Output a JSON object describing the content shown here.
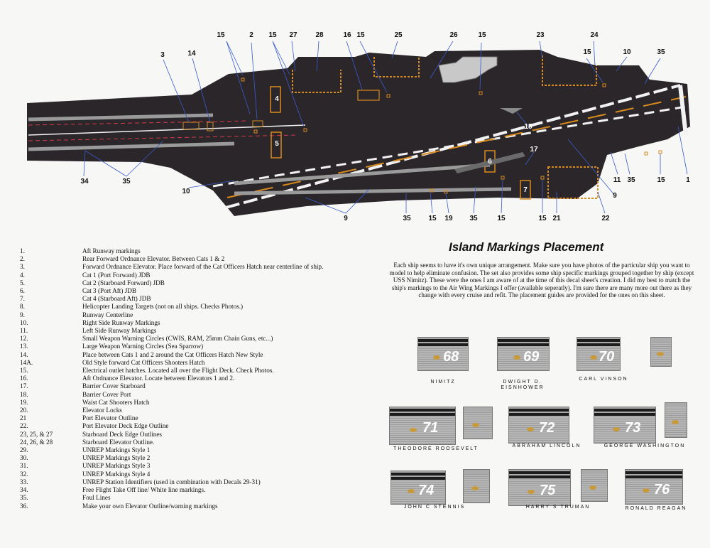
{
  "deck_callouts": {
    "top": [
      "15",
      "2",
      "15",
      "27",
      "28",
      "16",
      "15",
      "25",
      "26",
      "15",
      "23",
      "24",
      "15",
      "10",
      "35"
    ],
    "left": [
      "3",
      "14"
    ],
    "bottom_left": [
      "34",
      "35",
      "10"
    ],
    "interior": [
      "4",
      "5",
      "6",
      "7",
      "17",
      "18"
    ],
    "right": [
      "11",
      "35",
      "15",
      "1",
      "9"
    ],
    "bottom": [
      "9",
      "35",
      "15",
      "19",
      "35",
      "15",
      "15",
      "21",
      "22"
    ]
  },
  "legend": [
    {
      "num": "1.",
      "desc": "Aft Runway markings"
    },
    {
      "num": "2.",
      "desc": "Rear Forward Ordnance Elevator. Between Cats 1 & 2"
    },
    {
      "num": "3.",
      "desc": "Forward Ordnance Elevator. Place  forward of the Cat Officers Hatch near centerline of ship."
    },
    {
      "num": "4.",
      "desc": "Cat 1 (Port Forward) JDB"
    },
    {
      "num": "5.",
      "desc": "Cat 2 (Starboard Forward) JDB"
    },
    {
      "num": "6.",
      "desc": "Cat 3 (Port Aft) JDB"
    },
    {
      "num": "7.",
      "desc": "Cat 4 (Starboard Aft) JDB"
    },
    {
      "num": "8.",
      "desc": "Helicopter Landing Targets (not on all ships. Checks Photos.)"
    },
    {
      "num": "9.",
      "desc": "Runway Centerline"
    },
    {
      "num": "10.",
      "desc": "Right Side Runway Markings"
    },
    {
      "num": "11.",
      "desc": "Left Side Runway Markings"
    },
    {
      "num": "12.",
      "desc": "Small Weapon Warning Circles (CWIS, RAM, 25mm Chain Guns, etc...)"
    },
    {
      "num": "13.",
      "desc": "Large Weapon Warning Circles (Sea Sparrow)"
    },
    {
      "num": "14.",
      "desc": "Place between Cats 1 and 2 around the Cat Officers Hatch New Style"
    },
    {
      "num": "14A.",
      "desc": "Old Style forward Cat Officers Shooters Hatch"
    },
    {
      "num": "15.",
      "desc": "Electrical outlet hatches. Located all over the Flight Deck. Check Photos."
    },
    {
      "num": "16.",
      "desc": "Aft Ordnance Elevator. Locate between Elevators 1 and 2."
    },
    {
      "num": "17.",
      "desc": "Barrier Cover Starboard"
    },
    {
      "num": "18.",
      "desc": "Barrier Cover Port"
    },
    {
      "num": "19.",
      "desc": "Waist Cat Shooters Hatch"
    },
    {
      "num": "20.",
      "desc": "Elevator Locks"
    },
    {
      "num": "21",
      "desc": "Port Elevator Outline"
    },
    {
      "num": "22.",
      "desc": "Port Elevator Deck Edge Outline"
    },
    {
      "num": "23, 25, & 27",
      "desc": "Starboard Deck Edge Outlines"
    },
    {
      "num": "24, 26, & 28",
      "desc": "Starboard Elevator Outline."
    },
    {
      "num": "29.",
      "desc": "UNREP Markings Style 1"
    },
    {
      "num": "30.",
      "desc": "UNREP Markings Style 2"
    },
    {
      "num": "31.",
      "desc": "UNREP Markings Style 3"
    },
    {
      "num": "32.",
      "desc": "UNREP Markings Style 4"
    },
    {
      "num": "33.",
      "desc": "UNREP Station Identifiers (used in combination with Decals 29-31)"
    },
    {
      "num": "34.",
      "desc": "Free Flight Take Off line/ White line markings."
    },
    {
      "num": "35.",
      "desc": "Foul Lines"
    },
    {
      "num": "36.",
      "desc": "Make your own Elevator Outline/warning markings"
    }
  ],
  "island": {
    "title": "Island Markings Placement",
    "paragraph": "Each ship seems to have it's own unique arrangement. Make sure you have photos of the particular ship you want to model to help eliminate confusion.  The set also provides some ship specific markings grouped together by ship (except USS Nimitz). These were the ones I am aware of at the time of this decal sheet's creation.  I did my best to match the ship's markings to the Air Wing Markings I offer (available seperatly). I'm sure there are many more out there as they change with every cruise and refit.  The placement guides are provided for the ones on this sheet.",
    "ships": [
      {
        "name": "NIMITZ",
        "hull": "68"
      },
      {
        "name": "DWIGHT D. EISNHOWER",
        "hull": "69"
      },
      {
        "name": "CARL VINSON",
        "hull": "70"
      },
      {
        "name": "THEODORE ROOSEVELT",
        "hull": "71"
      },
      {
        "name": "ABRAHAM LINCOLN",
        "hull": "72"
      },
      {
        "name": "GEORGE WASHINGTON",
        "hull": "73"
      },
      {
        "name": "JOHN C STENNIS",
        "hull": "74"
      },
      {
        "name": "HARRY S TRUMAN",
        "hull": "75"
      },
      {
        "name": "RONALD REAGAN",
        "hull": "76"
      }
    ]
  },
  "colors": {
    "deck": "#2a2629",
    "orange": "#d98a1e",
    "runway_white": "#f2f2f2",
    "paper": "#f7f7f5"
  }
}
